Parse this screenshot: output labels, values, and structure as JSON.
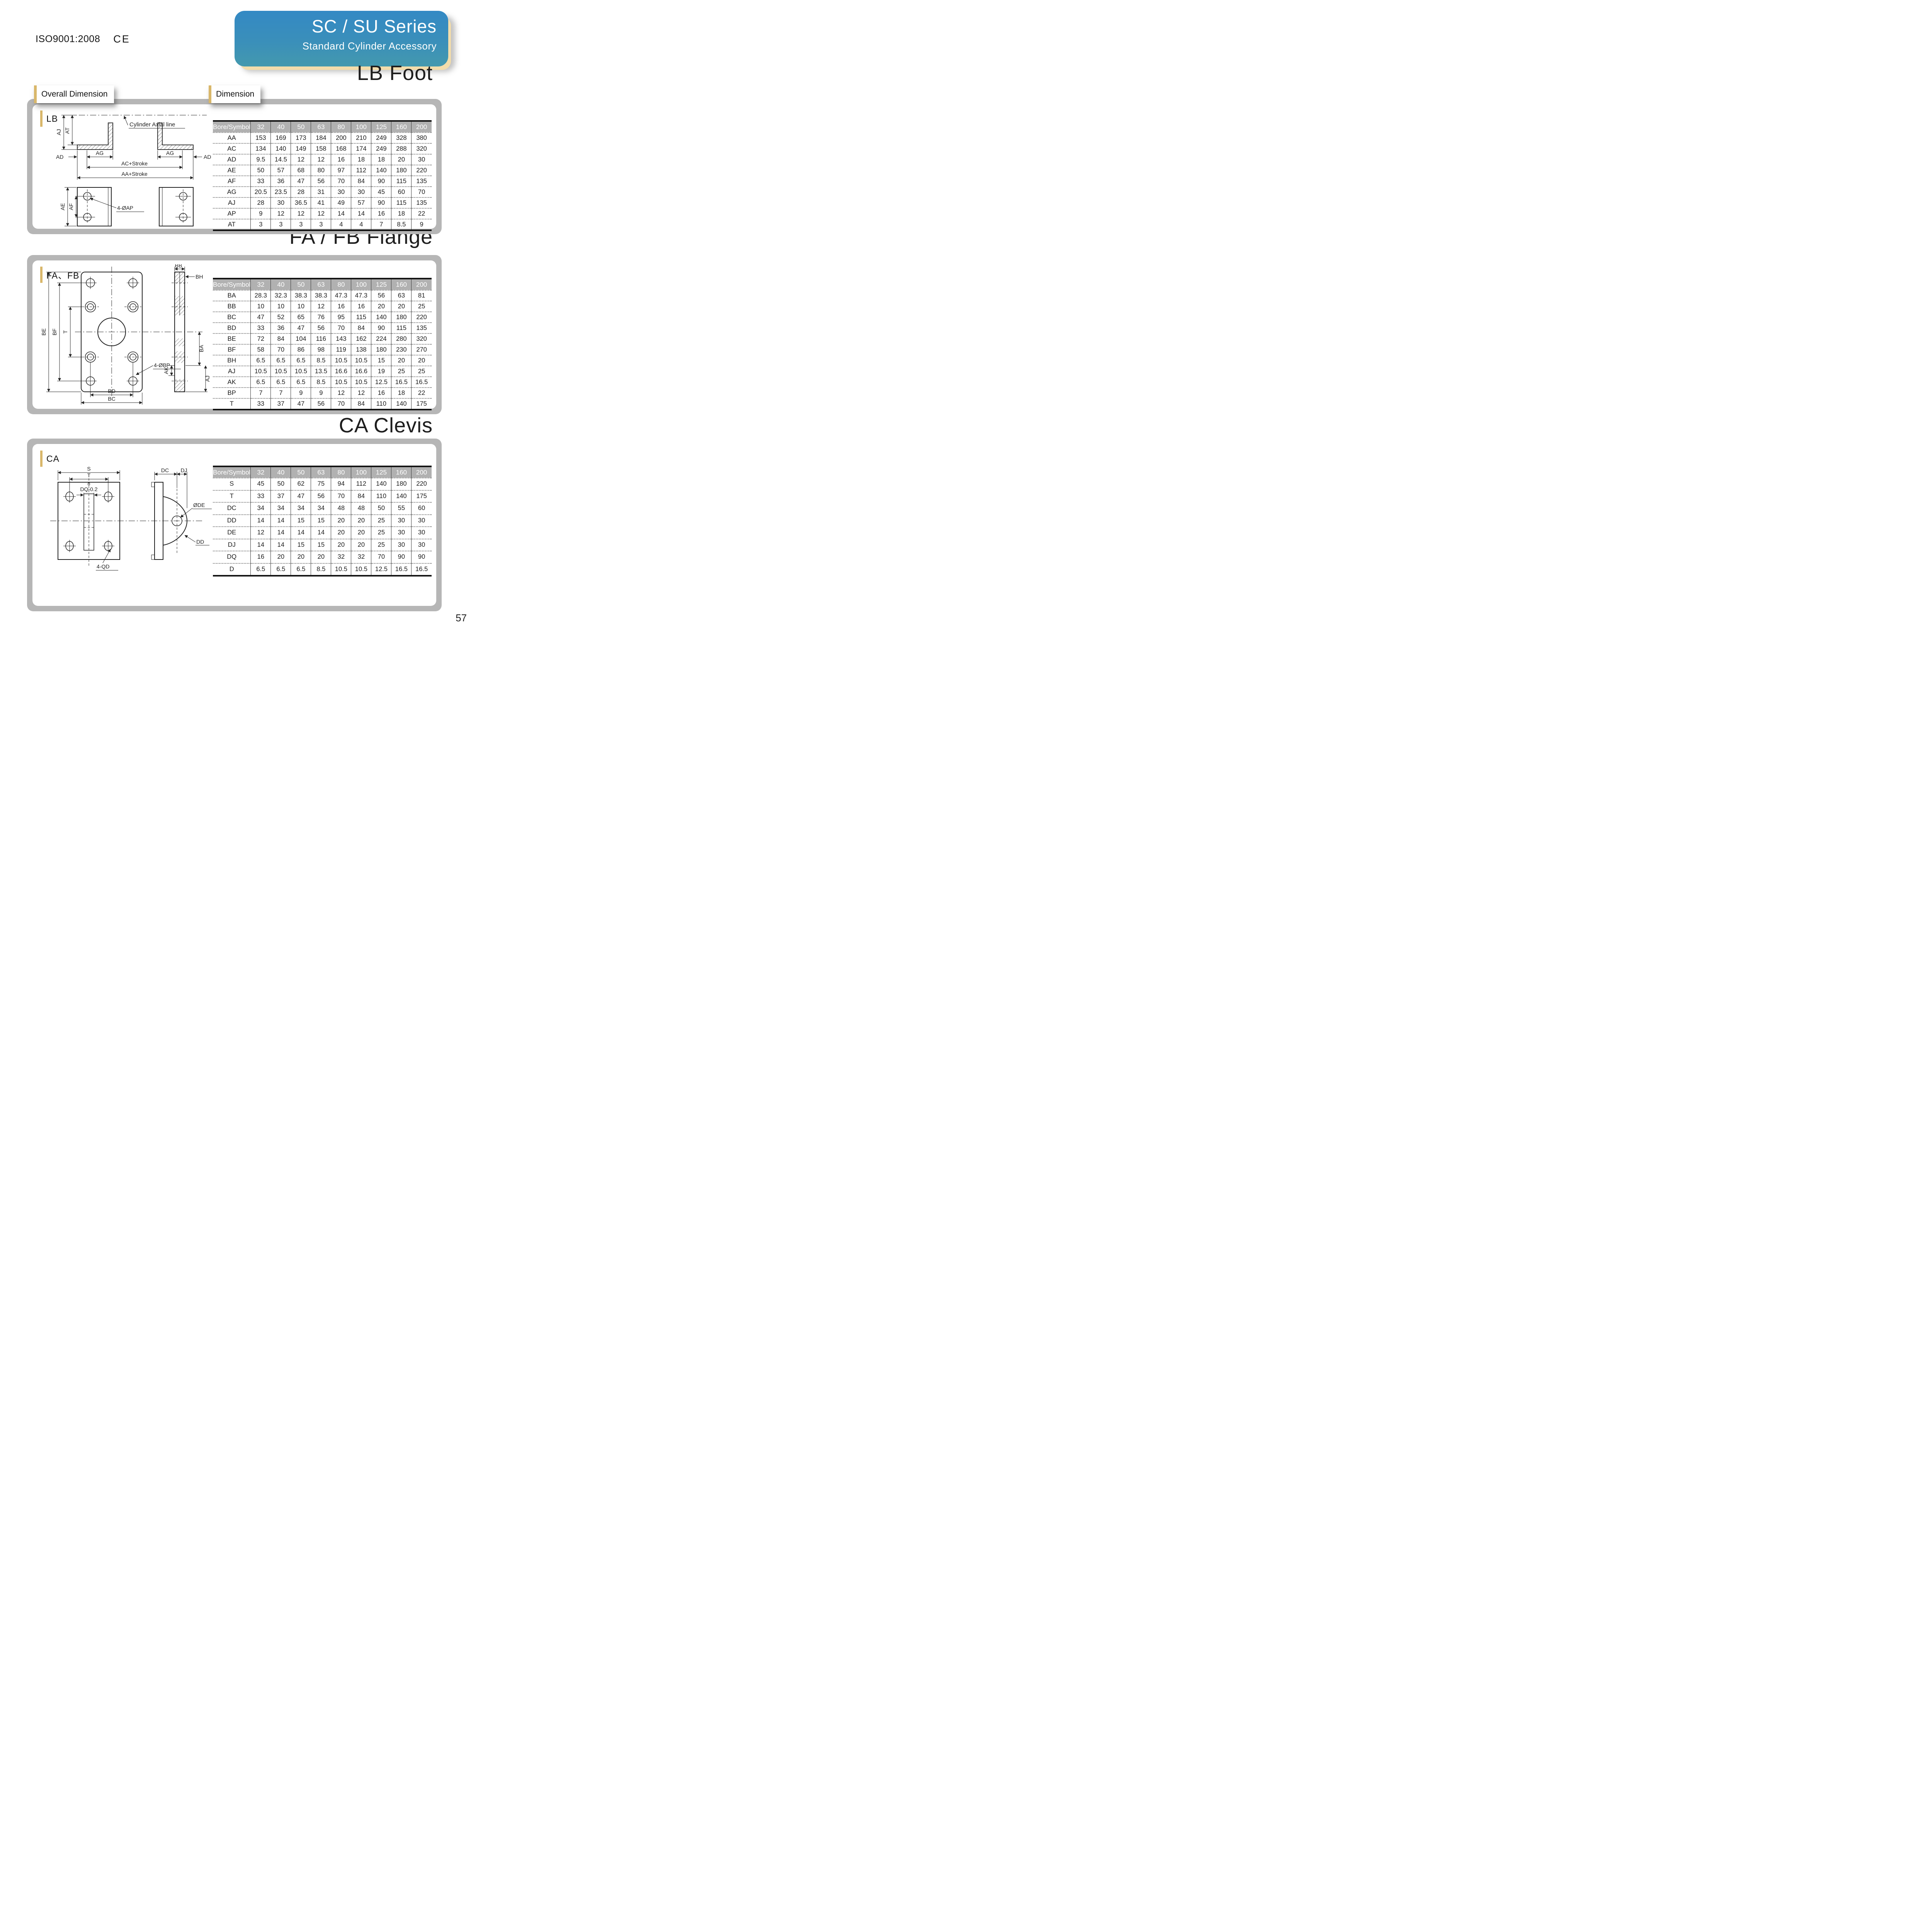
{
  "page": {
    "iso_label": "ISO9001:2008",
    "ce_mark": "CE",
    "page_number": "57"
  },
  "header": {
    "series_title": "SC / SU Series",
    "series_subtitle": "Standard Cylinder Accessory"
  },
  "tabs": {
    "overall": "Overall Dimension",
    "dimension": "Dimension"
  },
  "lb": {
    "title": "LB Foot",
    "label": "LB",
    "diagram": {
      "axial_line": "Cylinder Axial line",
      "dim_aj": "AJ",
      "dim_at": "AT",
      "dim_ad_left": "AD",
      "dim_ad_right": "AD",
      "dim_ag_left": "AG",
      "dim_ag_right": "AG",
      "dim_ac": "AC+Stroke",
      "dim_aa": "AA+Stroke",
      "dim_ae": "AE",
      "dim_af": "AF",
      "holes_label": "4-ØAP"
    },
    "table": {
      "header": [
        "Bore/Symbol",
        "32",
        "40",
        "50",
        "63",
        "80",
        "100",
        "125",
        "160",
        "200"
      ],
      "rows": [
        {
          "symbol": "AA",
          "values": [
            "153",
            "169",
            "173",
            "184",
            "200",
            "210",
            "249",
            "328",
            "380"
          ]
        },
        {
          "symbol": "AC",
          "values": [
            "134",
            "140",
            "149",
            "158",
            "168",
            "174",
            "249",
            "288",
            "320"
          ]
        },
        {
          "symbol": "AD",
          "values": [
            "9.5",
            "14.5",
            "12",
            "12",
            "16",
            "18",
            "18",
            "20",
            "30"
          ]
        },
        {
          "symbol": "AE",
          "values": [
            "50",
            "57",
            "68",
            "80",
            "97",
            "112",
            "140",
            "180",
            "220"
          ]
        },
        {
          "symbol": "AF",
          "values": [
            "33",
            "36",
            "47",
            "56",
            "70",
            "84",
            "90",
            "115",
            "135"
          ]
        },
        {
          "symbol": "AG",
          "values": [
            "20.5",
            "23.5",
            "28",
            "31",
            "30",
            "30",
            "45",
            "60",
            "70"
          ]
        },
        {
          "symbol": "AJ",
          "values": [
            "28",
            "30",
            "36.5",
            "41",
            "49",
            "57",
            "90",
            "115",
            "135"
          ]
        },
        {
          "symbol": "AP",
          "values": [
            "9",
            "12",
            "12",
            "12",
            "14",
            "14",
            "16",
            "18",
            "22"
          ]
        },
        {
          "symbol": "AT",
          "values": [
            "3",
            "3",
            "3",
            "3",
            "4",
            "4",
            "7",
            "8.5",
            "9"
          ]
        }
      ]
    }
  },
  "fafb": {
    "title": "FA / FB Flange",
    "label": "FA、FB",
    "diagram": {
      "dim_bb": "BB",
      "dim_bh": "BH",
      "dim_be": "BE",
      "dim_bf": "BF",
      "dim_t": "T",
      "dim_ba": "BA",
      "dim_ak": "AK",
      "dim_aj": "AJ",
      "dim_bd": "BD",
      "dim_bc": "BC",
      "holes_label": "4-ØBP"
    },
    "table": {
      "header": [
        "Bore/Symbol",
        "32",
        "40",
        "50",
        "63",
        "80",
        "100",
        "125",
        "160",
        "200"
      ],
      "rows": [
        {
          "symbol": "BA",
          "values": [
            "28.3",
            "32.3",
            "38.3",
            "38.3",
            "47.3",
            "47.3",
            "56",
            "63",
            "81"
          ]
        },
        {
          "symbol": "BB",
          "values": [
            "10",
            "10",
            "10",
            "12",
            "16",
            "16",
            "20",
            "20",
            "25"
          ]
        },
        {
          "symbol": "BC",
          "values": [
            "47",
            "52",
            "65",
            "76",
            "95",
            "115",
            "140",
            "180",
            "220"
          ]
        },
        {
          "symbol": "BD",
          "values": [
            "33",
            "36",
            "47",
            "56",
            "70",
            "84",
            "90",
            "115",
            "135"
          ]
        },
        {
          "symbol": "BE",
          "values": [
            "72",
            "84",
            "104",
            "116",
            "143",
            "162",
            "224",
            "280",
            "320"
          ]
        },
        {
          "symbol": "BF",
          "values": [
            "58",
            "70",
            "86",
            "98",
            "119",
            "138",
            "180",
            "230",
            "270"
          ]
        },
        {
          "symbol": "BH",
          "values": [
            "6.5",
            "6.5",
            "6.5",
            "8.5",
            "10.5",
            "10.5",
            "15",
            "20",
            "20"
          ]
        },
        {
          "symbol": "AJ",
          "values": [
            "10.5",
            "10.5",
            "10.5",
            "13.5",
            "16.6",
            "16.6",
            "19",
            "25",
            "25"
          ]
        },
        {
          "symbol": "AK",
          "values": [
            "6.5",
            "6.5",
            "6.5",
            "8.5",
            "10.5",
            "10.5",
            "12.5",
            "16.5",
            "16.5"
          ]
        },
        {
          "symbol": "BP",
          "values": [
            "7",
            "7",
            "9",
            "9",
            "12",
            "12",
            "16",
            "18",
            "22"
          ]
        },
        {
          "symbol": "T",
          "values": [
            "33",
            "37",
            "47",
            "56",
            "70",
            "84",
            "110",
            "140",
            "175"
          ]
        }
      ]
    }
  },
  "ca": {
    "title": "CA Clevis",
    "label": "CA",
    "diagram": {
      "dim_s": "S",
      "dim_t": "T",
      "slot_tol_top": "0",
      "slot_tol": "DQ-0.2",
      "holes_label": "4-QD",
      "dim_dc": "DC",
      "dim_dj": "DJ",
      "dim_de": "ØDE",
      "dim_dd": "DD"
    },
    "table": {
      "header": [
        "Bore/Symbol",
        "32",
        "40",
        "50",
        "63",
        "80",
        "100",
        "125",
        "160",
        "200"
      ],
      "rows": [
        {
          "symbol": "S",
          "values": [
            "45",
            "50",
            "62",
            "75",
            "94",
            "112",
            "140",
            "180",
            "220"
          ]
        },
        {
          "symbol": "T",
          "values": [
            "33",
            "37",
            "47",
            "56",
            "70",
            "84",
            "110",
            "140",
            "175"
          ]
        },
        {
          "symbol": "DC",
          "values": [
            "34",
            "34",
            "34",
            "34",
            "48",
            "48",
            "50",
            "55",
            "60"
          ]
        },
        {
          "symbol": "DD",
          "values": [
            "14",
            "14",
            "15",
            "15",
            "20",
            "20",
            "25",
            "30",
            "30"
          ]
        },
        {
          "symbol": "DE",
          "values": [
            "12",
            "14",
            "14",
            "14",
            "20",
            "20",
            "25",
            "30",
            "30"
          ]
        },
        {
          "symbol": "DJ",
          "values": [
            "14",
            "14",
            "15",
            "15",
            "20",
            "20",
            "25",
            "30",
            "30"
          ]
        },
        {
          "symbol": "DQ",
          "values": [
            "16",
            "20",
            "20",
            "20",
            "32",
            "32",
            "70",
            "90",
            "90"
          ]
        },
        {
          "symbol": "D",
          "values": [
            "6.5",
            "6.5",
            "6.5",
            "8.5",
            "10.5",
            "10.5",
            "12.5",
            "16.5",
            "16.5"
          ]
        }
      ]
    }
  }
}
